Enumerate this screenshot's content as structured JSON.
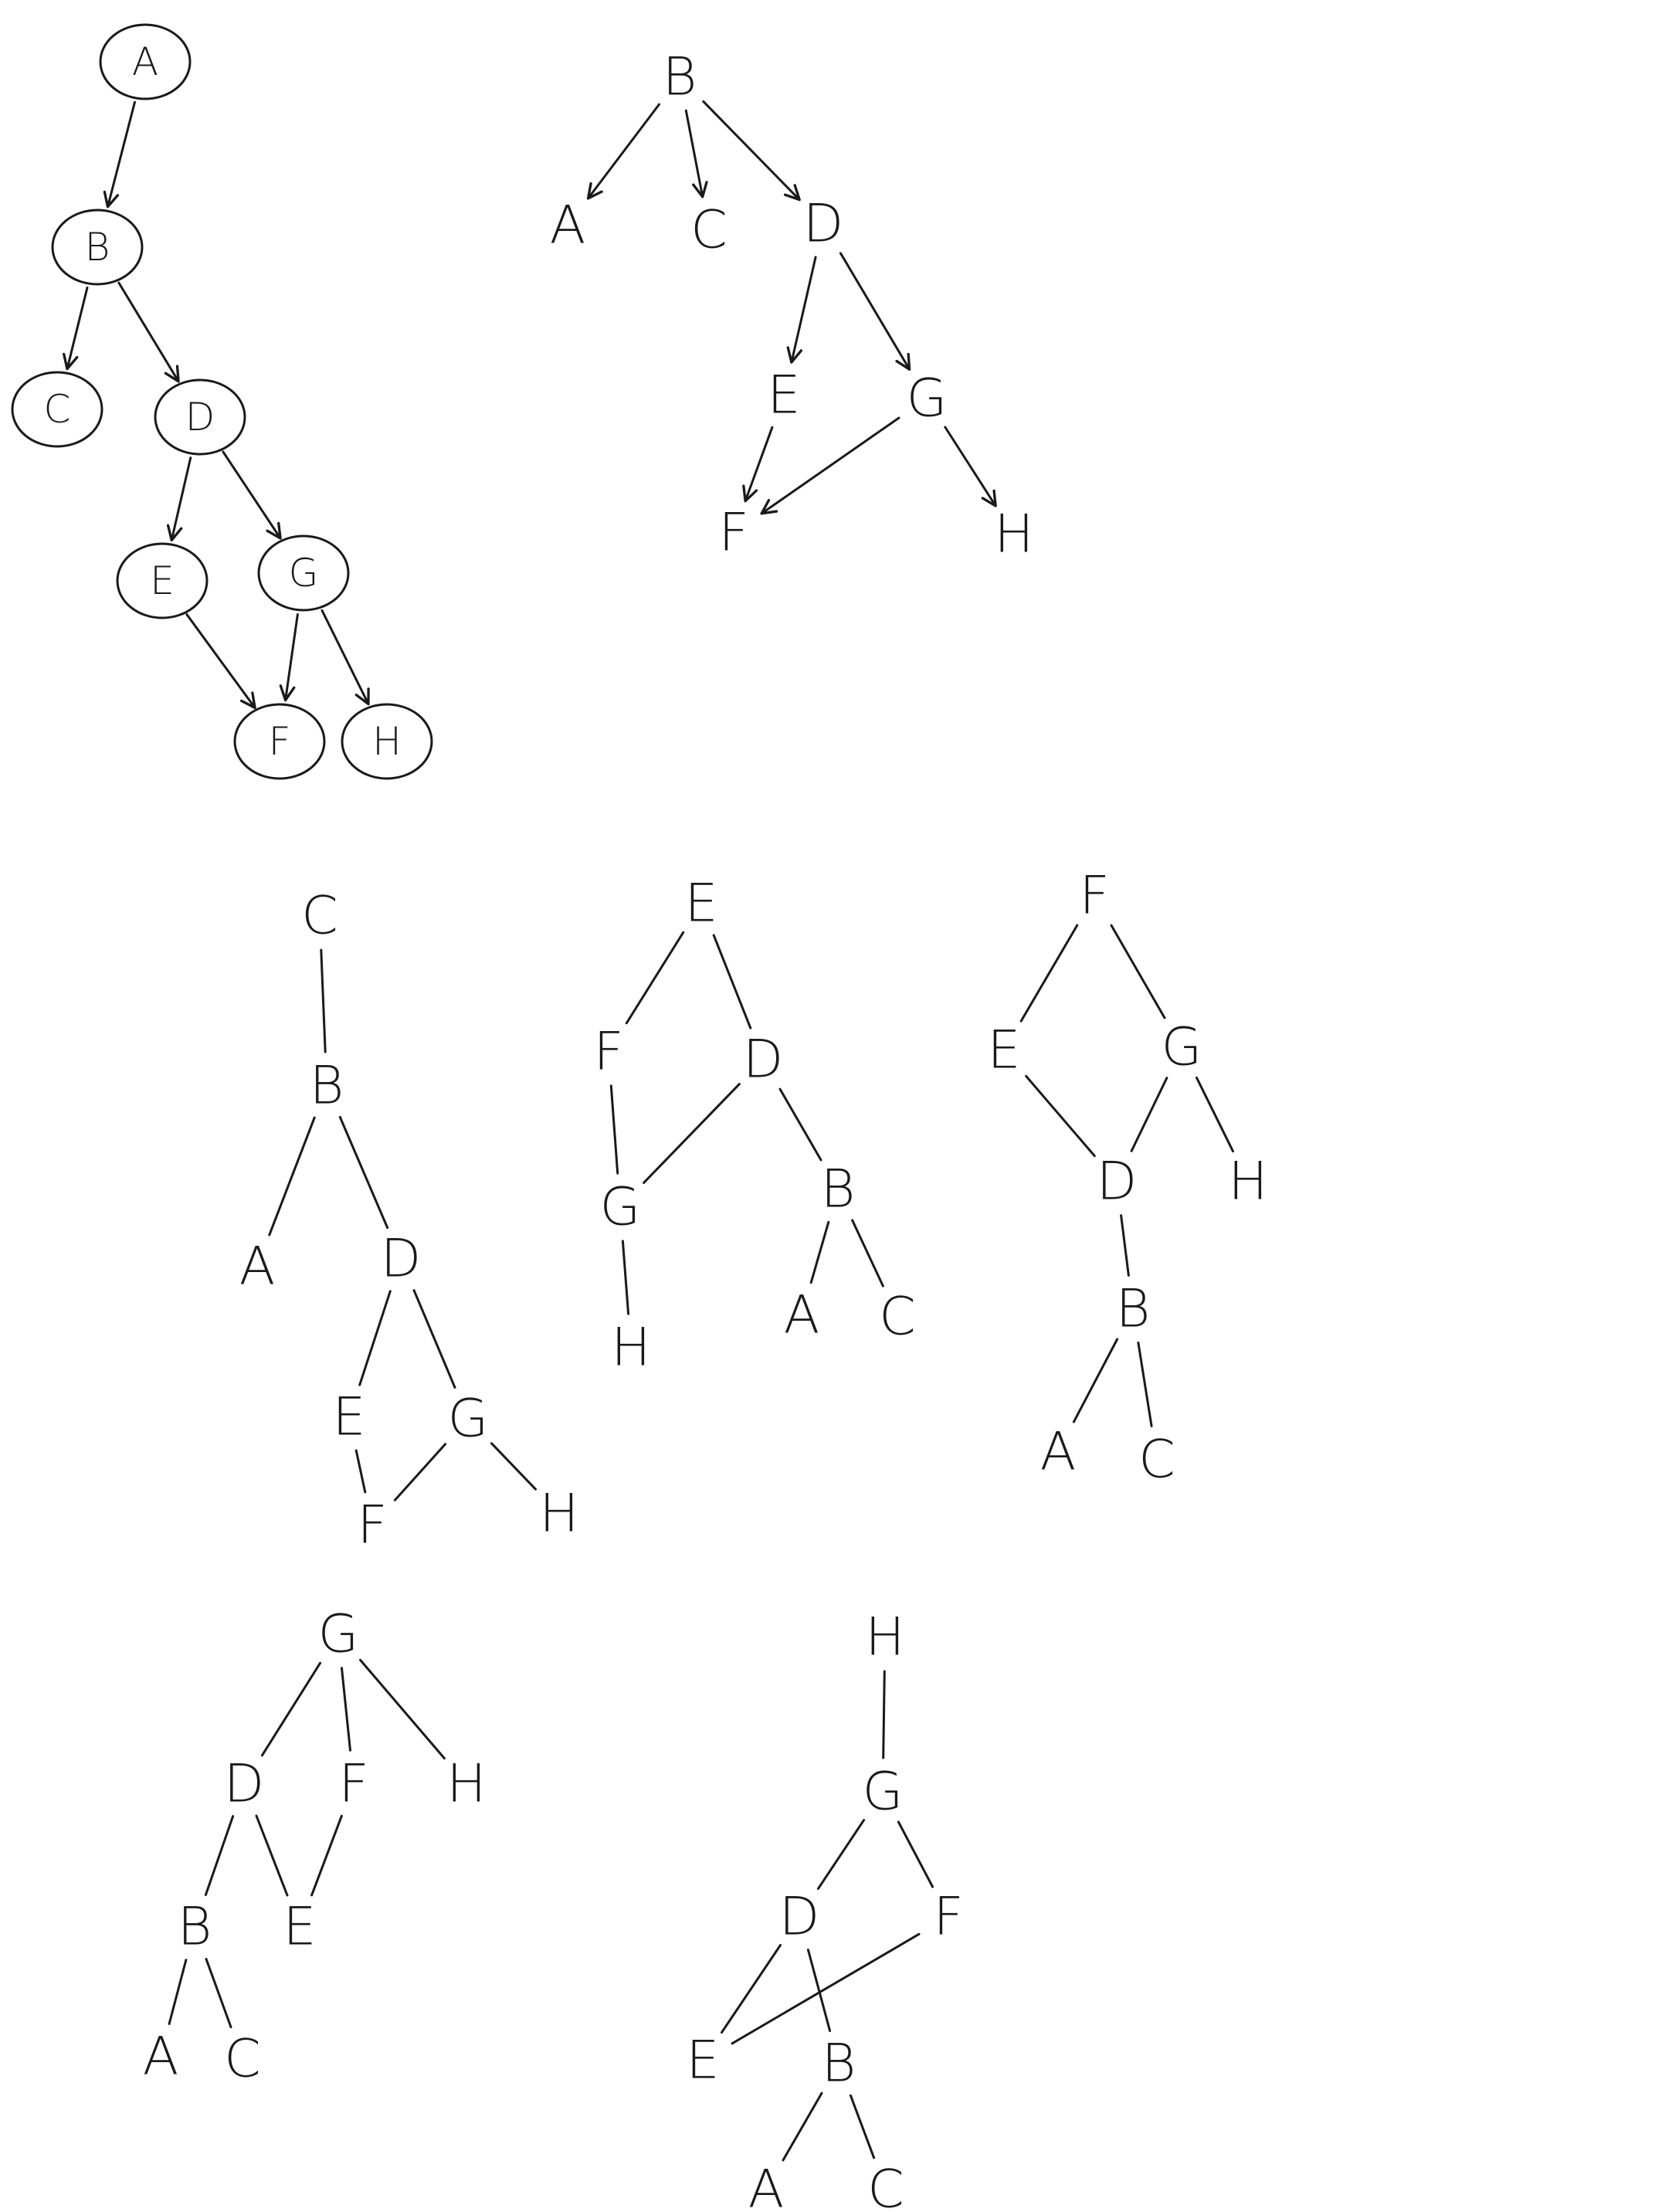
{
  "diagram": {
    "stroke_color": "#1a1a1a",
    "background": "#ffffff",
    "trees": [
      {
        "id": "tree-A",
        "style": "circled-directed",
        "nodes": [
          {
            "id": "A",
            "label": "A"
          },
          {
            "id": "B",
            "label": "B"
          },
          {
            "id": "C",
            "label": "C"
          },
          {
            "id": "D",
            "label": "D"
          },
          {
            "id": "E",
            "label": "E"
          },
          {
            "id": "G",
            "label": "G"
          },
          {
            "id": "F",
            "label": "F"
          },
          {
            "id": "H",
            "label": "H"
          }
        ],
        "edges": [
          [
            "A",
            "B"
          ],
          [
            "B",
            "C"
          ],
          [
            "B",
            "D"
          ],
          [
            "D",
            "E"
          ],
          [
            "D",
            "G"
          ],
          [
            "E",
            "F"
          ],
          [
            "G",
            "F"
          ],
          [
            "G",
            "H"
          ]
        ]
      },
      {
        "id": "tree-B",
        "style": "directed",
        "nodes": [
          {
            "id": "B",
            "label": "B"
          },
          {
            "id": "A",
            "label": "A"
          },
          {
            "id": "C",
            "label": "C"
          },
          {
            "id": "D",
            "label": "D"
          },
          {
            "id": "E",
            "label": "E"
          },
          {
            "id": "G",
            "label": "G"
          },
          {
            "id": "F",
            "label": "F"
          },
          {
            "id": "H",
            "label": "H"
          }
        ],
        "edges": [
          [
            "B",
            "A"
          ],
          [
            "B",
            "C"
          ],
          [
            "B",
            "D"
          ],
          [
            "D",
            "E"
          ],
          [
            "D",
            "G"
          ],
          [
            "E",
            "F"
          ],
          [
            "G",
            "F"
          ],
          [
            "G",
            "H"
          ]
        ]
      },
      {
        "id": "tree-C",
        "style": "plain",
        "nodes": [
          {
            "id": "C",
            "label": "C"
          },
          {
            "id": "B",
            "label": "B"
          },
          {
            "id": "A",
            "label": "A"
          },
          {
            "id": "D",
            "label": "D"
          },
          {
            "id": "E",
            "label": "E"
          },
          {
            "id": "G",
            "label": "G"
          },
          {
            "id": "F",
            "label": "F"
          },
          {
            "id": "H",
            "label": "H"
          }
        ],
        "edges": [
          [
            "C",
            "B"
          ],
          [
            "B",
            "A"
          ],
          [
            "B",
            "D"
          ],
          [
            "D",
            "E"
          ],
          [
            "D",
            "G"
          ],
          [
            "E",
            "F"
          ],
          [
            "G",
            "F"
          ],
          [
            "G",
            "H"
          ]
        ]
      },
      {
        "id": "tree-E",
        "style": "plain",
        "nodes": [
          {
            "id": "E",
            "label": "E"
          },
          {
            "id": "F",
            "label": "F"
          },
          {
            "id": "D",
            "label": "D"
          },
          {
            "id": "G",
            "label": "G"
          },
          {
            "id": "H",
            "label": "H"
          },
          {
            "id": "B",
            "label": "B"
          },
          {
            "id": "A",
            "label": "A"
          },
          {
            "id": "C",
            "label": "C"
          }
        ],
        "edges": [
          [
            "E",
            "F"
          ],
          [
            "E",
            "D"
          ],
          [
            "F",
            "G"
          ],
          [
            "G",
            "H"
          ],
          [
            "D",
            "G"
          ],
          [
            "D",
            "B"
          ],
          [
            "B",
            "A"
          ],
          [
            "B",
            "C"
          ]
        ]
      },
      {
        "id": "tree-F",
        "style": "plain",
        "nodes": [
          {
            "id": "F",
            "label": "F"
          },
          {
            "id": "E",
            "label": "E"
          },
          {
            "id": "G",
            "label": "G"
          },
          {
            "id": "D",
            "label": "D"
          },
          {
            "id": "H",
            "label": "H"
          },
          {
            "id": "B",
            "label": "B"
          },
          {
            "id": "A",
            "label": "A"
          },
          {
            "id": "C",
            "label": "C"
          }
        ],
        "edges": [
          [
            "F",
            "E"
          ],
          [
            "F",
            "G"
          ],
          [
            "E",
            "D"
          ],
          [
            "G",
            "D"
          ],
          [
            "G",
            "H"
          ],
          [
            "D",
            "B"
          ],
          [
            "B",
            "A"
          ],
          [
            "B",
            "C"
          ]
        ]
      },
      {
        "id": "tree-G",
        "style": "plain",
        "nodes": [
          {
            "id": "G",
            "label": "G"
          },
          {
            "id": "D",
            "label": "D"
          },
          {
            "id": "F",
            "label": "F"
          },
          {
            "id": "H",
            "label": "H"
          },
          {
            "id": "B",
            "label": "B"
          },
          {
            "id": "E",
            "label": "E"
          },
          {
            "id": "A",
            "label": "A"
          },
          {
            "id": "C",
            "label": "C"
          }
        ],
        "edges": [
          [
            "G",
            "D"
          ],
          [
            "G",
            "F"
          ],
          [
            "G",
            "H"
          ],
          [
            "D",
            "B"
          ],
          [
            "D",
            "E"
          ],
          [
            "F",
            "E"
          ],
          [
            "B",
            "A"
          ],
          [
            "B",
            "C"
          ]
        ]
      },
      {
        "id": "tree-H",
        "style": "plain",
        "nodes": [
          {
            "id": "H",
            "label": "H"
          },
          {
            "id": "G",
            "label": "G"
          },
          {
            "id": "D",
            "label": "D"
          },
          {
            "id": "F",
            "label": "F"
          },
          {
            "id": "E",
            "label": "E"
          },
          {
            "id": "B",
            "label": "B"
          },
          {
            "id": "A",
            "label": "A"
          },
          {
            "id": "C",
            "label": "C"
          }
        ],
        "edges": [
          [
            "H",
            "G"
          ],
          [
            "G",
            "D"
          ],
          [
            "G",
            "F"
          ],
          [
            "D",
            "E"
          ],
          [
            "D",
            "B"
          ],
          [
            "F",
            "E"
          ],
          [
            "B",
            "A"
          ],
          [
            "B",
            "C"
          ]
        ]
      }
    ]
  }
}
